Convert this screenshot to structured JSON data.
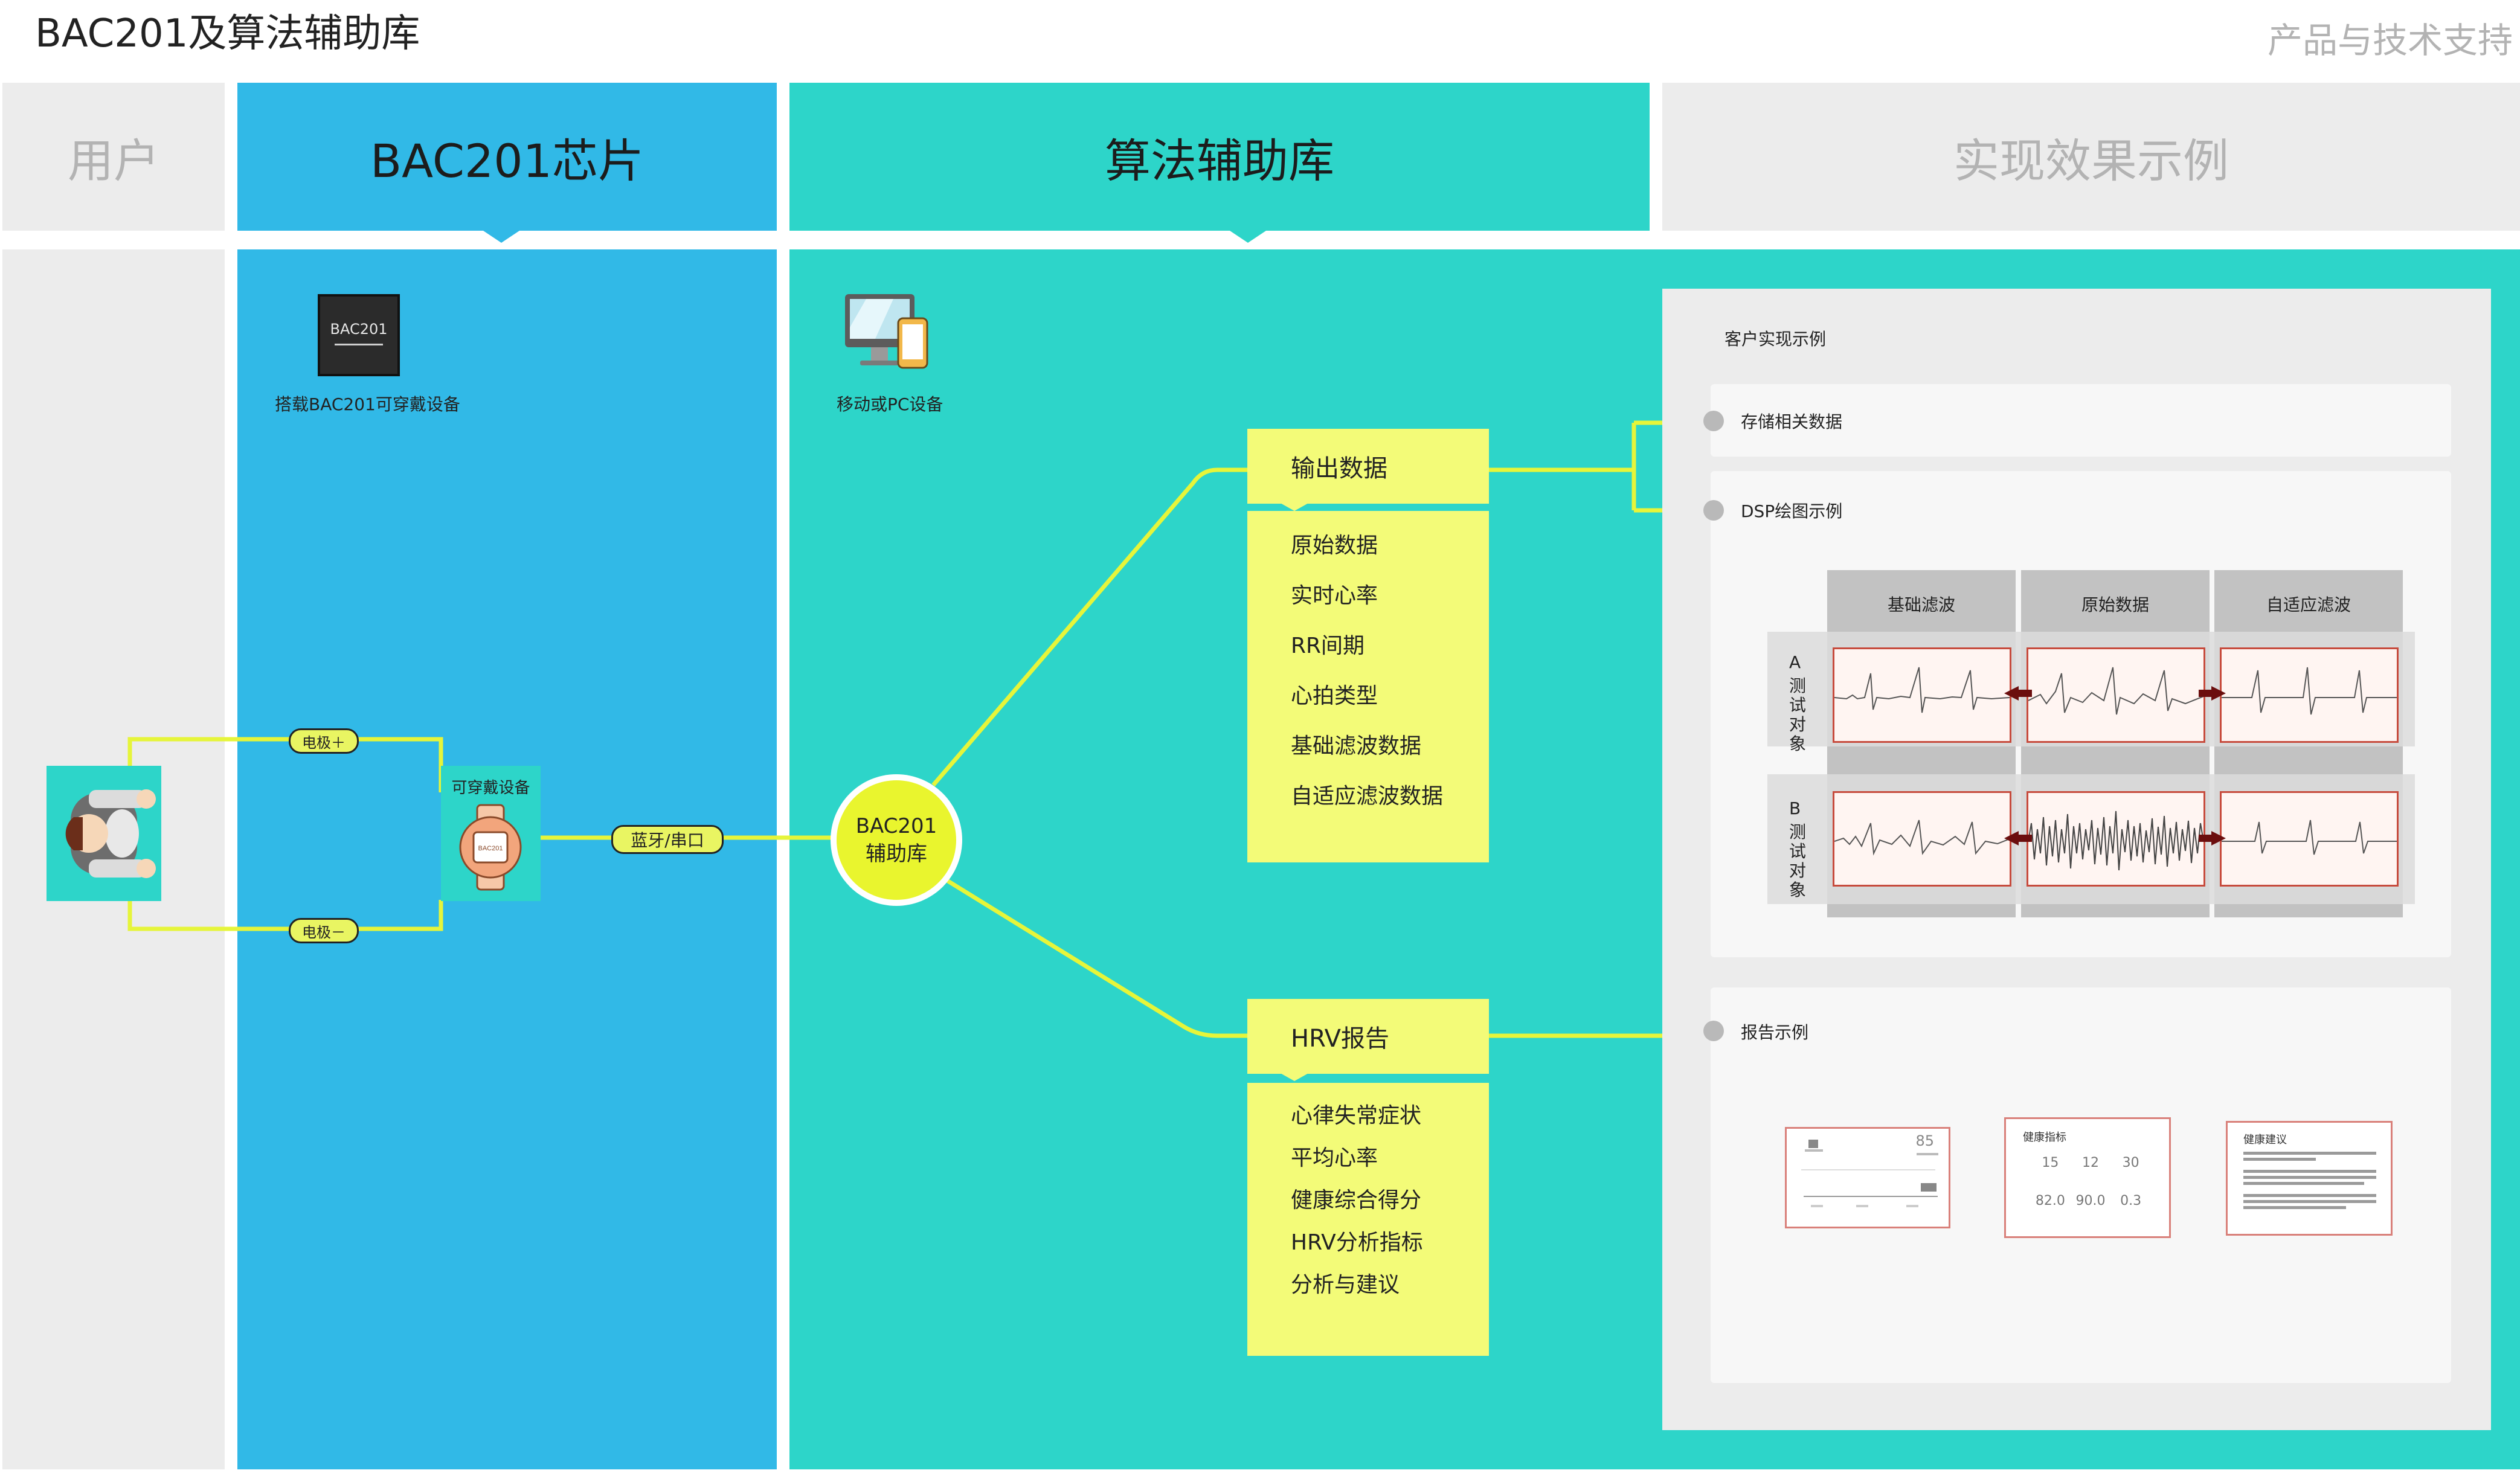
{
  "header": {
    "title": "BAC201及算法辅助库",
    "support": "产品与技术支持"
  },
  "columns": {
    "user": "用户",
    "chip": "BAC201芯片",
    "algo": "算法辅助库",
    "demo": "实现效果示例"
  },
  "chip_panel": {
    "chip_label": "BAC201",
    "device_caption": "搭载BAC201可穿戴设备",
    "wearable_label": "可穿戴设备",
    "watch_chip": "BAC201"
  },
  "user_panel": {
    "electrode_plus": "电极＋",
    "electrode_minus": "电极－"
  },
  "connection": {
    "bt_label": "蓝牙/串口"
  },
  "algo_panel": {
    "device_caption": "移动或PC设备",
    "hub_line1": "BAC201",
    "hub_line2": "辅助库",
    "output": {
      "title": "输出数据",
      "items": [
        "原始数据",
        "实时心率",
        "RR间期",
        "心拍类型",
        "基础滤波数据",
        "自适应滤波数据"
      ]
    },
    "hrv": {
      "title": "HRV报告",
      "items": [
        "心律失常症状",
        "平均心率",
        "健康综合得分",
        "HRV分析指标",
        "分析与建议"
      ]
    }
  },
  "demo_panel": {
    "title": "客户实现示例",
    "storage": "存储相关数据",
    "dsp": "DSP绘图示例",
    "report": "报告示例",
    "wave_headers": [
      "基础滤波",
      "原始数据",
      "自适应滤波"
    ],
    "row_a": {
      "letter": "A",
      "label": "测试对象"
    },
    "row_b": {
      "letter": "B",
      "label": "测试对象"
    },
    "report_cards": {
      "score": {
        "value": "85"
      },
      "metrics": {
        "title": "健康指标",
        "values": [
          "15",
          "12",
          "30",
          "82.0",
          "90.0",
          "0.3"
        ]
      },
      "advice": {
        "title": "健康建议"
      }
    }
  },
  "colors": {
    "blue": "#31b9e7",
    "teal": "#2dd5c9",
    "yellow": "#f3fb78",
    "line": "#e6f53a",
    "grey": "#ececec"
  }
}
